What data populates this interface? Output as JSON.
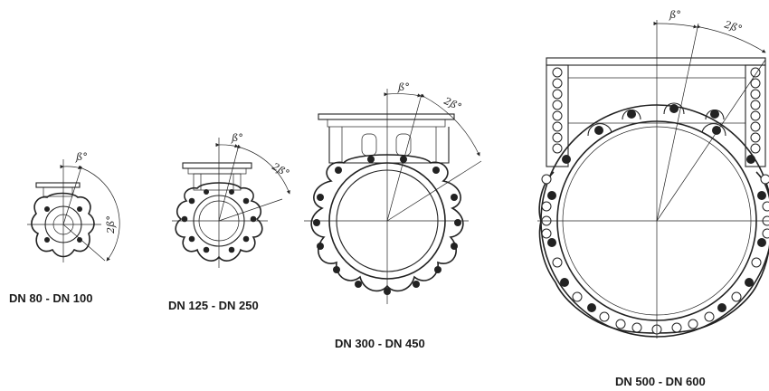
{
  "valves": [
    {
      "size_label": "DN 80 - DN 100",
      "angle_label": "ß°",
      "double_angle_label": "2ß°"
    },
    {
      "size_label": "DN 125 - DN 250",
      "angle_label": "ß°",
      "double_angle_label": "2ß°"
    },
    {
      "size_label": "DN 300 - DN 450",
      "angle_label": "ß°",
      "double_angle_label": "2ß°"
    },
    {
      "size_label": "DN 500 - DN 600",
      "angle_label": "ß°",
      "double_angle_label": "2ß°"
    }
  ]
}
